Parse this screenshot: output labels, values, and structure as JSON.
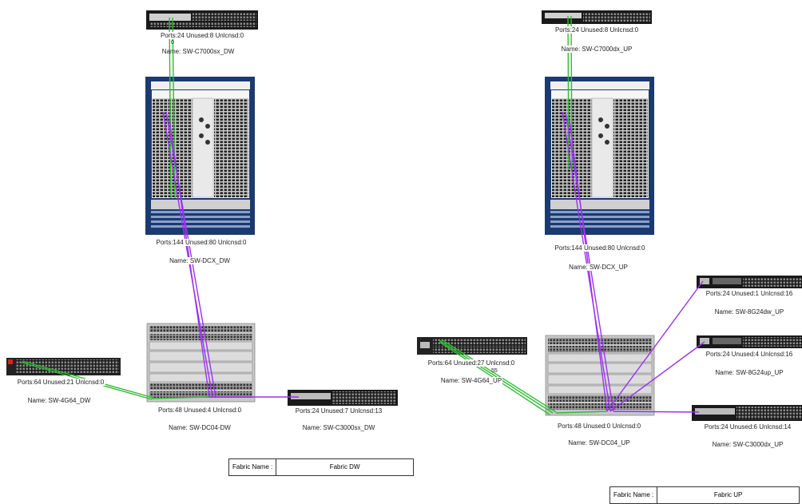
{
  "fabrics": [
    {
      "legend": {
        "key": "Fabric Name :",
        "value": "Fabric DW"
      },
      "switches": [
        {
          "id": "c7000-dw",
          "ports": "Ports:24 Unused:8 Unlcnsd:0",
          "name": "Name: SW-C7000sx_DW"
        },
        {
          "id": "dcx-dw",
          "ports": "Ports:144 Unused:80 Unlcnsd:0",
          "name": "Name: SW-DCX_DW"
        },
        {
          "id": "dc04-dw",
          "ports": "Ports:48 Unused:4 Unlcnsd:0",
          "name": "Name: SW-DC04-DW"
        },
        {
          "id": "4g64-dw",
          "ports": "Ports:64 Unused:21 Unlcnsd:0",
          "name": "Name: SW-4G64_DW"
        },
        {
          "id": "c3000-dw",
          "ports": "Ports:24 Unused:7 Unlcnsd:13",
          "name": "Name: SW-C3000sx_DW"
        }
      ],
      "link_mark": "0"
    },
    {
      "legend": {
        "key": "Fabric Name :",
        "value": "Fabric UP"
      },
      "switches": [
        {
          "id": "c7000-up",
          "ports": "Ports:24 Unused:8 Unlcnsd:0",
          "name": "Name: SW-C7000dx_UP"
        },
        {
          "id": "dcx-up",
          "ports": "Ports:144 Unused:80 Unlcnsd:0",
          "name": "Name: SW-DCX_UP"
        },
        {
          "id": "8g24dw-up",
          "ports": "Ports:24 Unused:1 Unlcnsd:16",
          "name": "Name: SW-8G24dw_UP"
        },
        {
          "id": "8g24up-up",
          "ports": "Ports:24 Unused:4 Unlcnsd:16",
          "name": "Name: SW-8G24up_UP"
        },
        {
          "id": "4g64-up",
          "ports": "Ports:64 Unused:27 Unlcnsd:0",
          "name": "Name: SW-4G64_UP"
        },
        {
          "id": "dc04-up",
          "ports": "Ports:48 Unused:0 Unlcnsd:0",
          "name": "Name: SW-DC04_UP"
        },
        {
          "id": "c3000-up",
          "ports": "Ports:24 Unused:6 Unlcnsd:14",
          "name": "Name: SW-C3000dx_UP"
        }
      ],
      "link_mark": "55"
    }
  ],
  "colors": {
    "isl": "#9933ee",
    "uplink": "#33bb33",
    "chassis": "#1b3a70",
    "device": "#1a1a1a"
  }
}
